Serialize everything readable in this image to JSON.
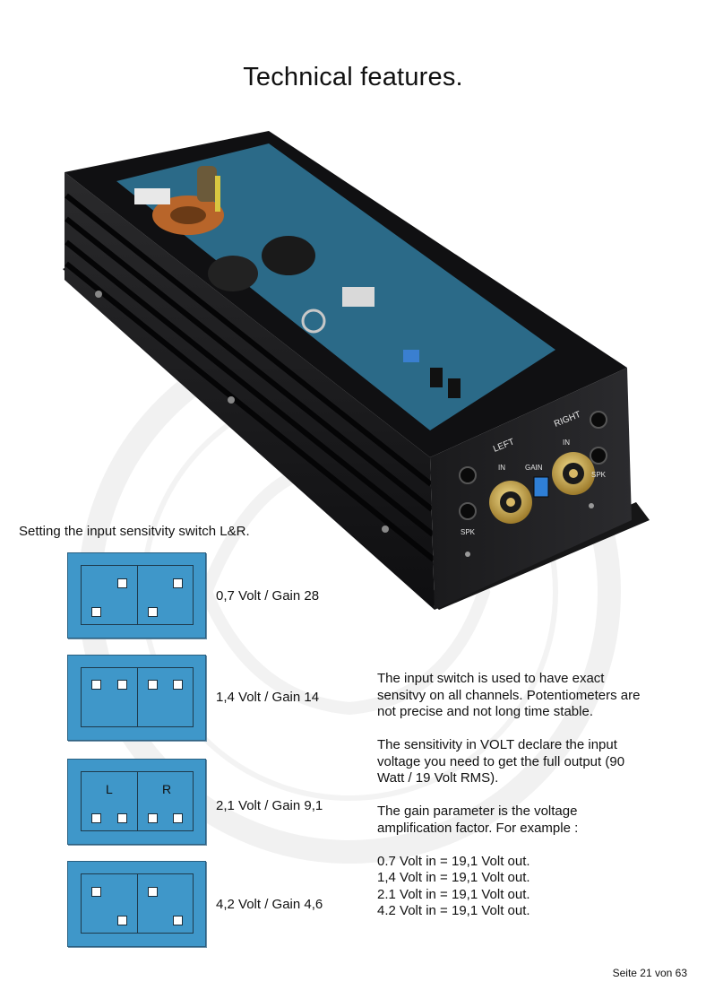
{
  "page": {
    "title": "Technical features.",
    "footer": "Seite 21 von 63"
  },
  "product_image": {
    "labels": {
      "left": "LEFT",
      "right": "RIGHT",
      "in_left": "IN",
      "in_right": "IN",
      "gain": "GAIN",
      "spk_left": "SPK",
      "spk_right": "SPK"
    },
    "colors": {
      "chassis": "#1c1c1e",
      "board": "#2b6a88",
      "rca_gold": "#c9a24a"
    }
  },
  "input_switch": {
    "heading": "Setting the input sensitvity switch L&R.",
    "box_color": "#3f97c9",
    "settings": [
      {
        "caption": "0,7 Volt / Gain 28"
      },
      {
        "caption": "1,4 Volt / Gain 14"
      },
      {
        "caption": "2,1 Volt / Gain 9,1",
        "channel_left": "L",
        "channel_right": "R"
      },
      {
        "caption": "4,2 Volt / Gain 4,6"
      }
    ]
  },
  "description": {
    "paragraph1": "The input switch is used to have exact sensitvy on all channels. Potentiometers are not precise and not long time stable.",
    "paragraph2": "The sensitivity in VOLT declare the input voltage you need to get the full output (90 Watt / 19 Volt RMS).",
    "paragraph3": "The gain parameter is the voltage amplification factor. For example :",
    "examples": [
      "0.7 Volt in = 19,1 Volt out.",
      "1,4 Volt in = 19,1 Volt out.",
      "2.1 Volt in = 19,1 Volt out.",
      "4.2 Volt in = 19,1 Volt out."
    ]
  }
}
